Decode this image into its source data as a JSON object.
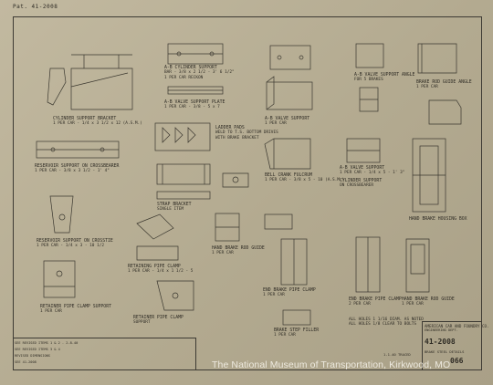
{
  "sheet_label": "Pat. 41-2008",
  "parts": [
    {
      "id": "p1",
      "lines": [
        "CYLINDER SUPPORT BRACKET",
        "1 PER CAR - 1/4 x 3 1/2 x 12 (A.S.M.)"
      ]
    },
    {
      "id": "p2",
      "lines": [
        "A-B CYLINDER SUPPORT",
        "BAR - 3/8 x 2 1/2 - 3' 6 1/2\"",
        "1 PER CAR RECKON"
      ]
    },
    {
      "id": "p3",
      "lines": [
        "A-B VALVE SUPPORT PLATE",
        "1 PER CAR - 3/8 - 5 x 7"
      ]
    },
    {
      "id": "p4",
      "lines": [
        "A-B VALVE SUPPORT",
        "1 PER CAR"
      ]
    },
    {
      "id": "p5",
      "lines": [
        "A-B VALVE SUPPORT ANGLE",
        "FOR 5 BRAKES"
      ]
    },
    {
      "id": "p6",
      "lines": [
        "BRAKE ROD GUIDE ANGLE",
        "1 PER CAR"
      ]
    },
    {
      "id": "p7",
      "lines": [
        "RESERVOIR SUPPORT ON CROSSBEARER",
        "1 PER CAR - 3/8 x 3 1/2 - 1' 4\""
      ]
    },
    {
      "id": "p8",
      "lines": [
        "LADDER PADS",
        "WELD TO T.S. BOTTOM DRIVES",
        "WITH BRAKE BRACKET"
      ]
    },
    {
      "id": "p9",
      "lines": [
        "STRAP BRACKET",
        "SINGLE ITEM"
      ]
    },
    {
      "id": "p10",
      "lines": [
        "BELL CRANK FULCRUM",
        "1 PER CAR - 3/8 x 5 - 10 (A.S.M.)"
      ]
    },
    {
      "id": "p11",
      "lines": [
        "A-B VALVE SUPPORT",
        "1 PER CAR - 1/4 x 5 - 1' 3\""
      ]
    },
    {
      "id": "p12",
      "lines": [
        "CYLINDER SUPPORT",
        "ON CROSSBEARER"
      ]
    },
    {
      "id": "p13",
      "lines": [
        "HAND BRAKE HOUSING BOX"
      ]
    },
    {
      "id": "p14",
      "lines": [
        "RESERVOIR SUPPORT ON CROSSTIE",
        "1 PER CAR - 1/4 x 3 - 10 1/2"
      ]
    },
    {
      "id": "p15",
      "lines": [
        "RETAINING PIPE CLAMP",
        "1 PER CAR - 1/4 x 1 1/2 - 5"
      ]
    },
    {
      "id": "p16",
      "lines": [
        "HAND BRAKE ROD GUIDE",
        "1 PER CAR"
      ]
    },
    {
      "id": "p17",
      "lines": [
        "RETAINER PIPE CLAMP SUPPORT",
        "1 PER CAR"
      ]
    },
    {
      "id": "p18",
      "lines": [
        "END BRAKE PIPE CLAMP",
        "1 PER CAR"
      ]
    },
    {
      "id": "p19",
      "lines": [
        "BRAKE STEP FILLER",
        "1 PER CAR"
      ]
    },
    {
      "id": "p20",
      "lines": [
        "END BRAKE PIPE CLAMP",
        "2 PER CAR"
      ]
    },
    {
      "id": "p21",
      "lines": [
        "HAND BRAKE ROD GUIDE",
        "1 PER CAR"
      ]
    },
    {
      "id": "p22",
      "lines": [
        "RETAINER PIPE CLAMP",
        "SUPPORT"
      ]
    }
  ],
  "general_notes": [
    "ALL HOLES 1 1/16 DIAM. AS NOTED",
    "ALL HOLES 1/8 CLEAR TO BOLTS"
  ],
  "title_block": {
    "company": "AMERICAN CAR AND FOUNDRY CO.",
    "dept": "ENGINEERING DEPT.",
    "drawing_number": "41-2008",
    "description": "BRAKE STEEL DETAILS",
    "sheet_number": "066"
  },
  "revisions": [
    "SEE REVISED ITEMS 1 & 2 - 2-8-40",
    "SEE REVISED ITEMS 3 & 4",
    "REVISED DIMENSIONS",
    "SEE 41-2008"
  ],
  "date_note": "1-1-40 TRACED",
  "watermark": "The National Museum of Transportation, Kirkwood, MO"
}
